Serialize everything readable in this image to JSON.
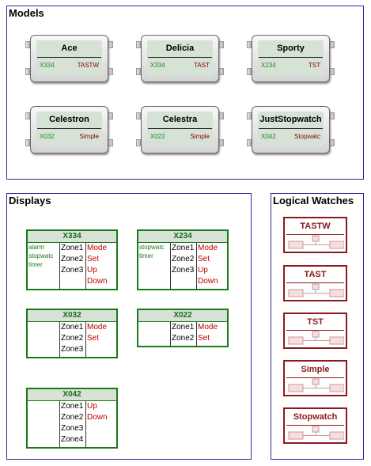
{
  "models_panel": {
    "title": "Models",
    "cards": [
      {
        "name": "Ace",
        "display": "X334",
        "logical_watch": "TASTW"
      },
      {
        "name": "Delicia",
        "display": "X334",
        "logical_watch": "TAST"
      },
      {
        "name": "Sporty",
        "display": "X234",
        "logical_watch": "TST"
      },
      {
        "name": "Celestron",
        "display": "X032",
        "logical_watch": "Simple"
      },
      {
        "name": "Celestra",
        "display": "X022",
        "logical_watch": "Simple"
      },
      {
        "name": "JustStopwatch",
        "display": "X042",
        "logical_watch": "Stopwatc"
      }
    ]
  },
  "displays_panel": {
    "title": "Displays",
    "tables": [
      {
        "name": "X334",
        "features": [
          "alarm",
          "stopwatc",
          "timer"
        ],
        "zones": [
          "Zone1",
          "Zone2",
          "Zone3"
        ],
        "buttons": [
          "Mode",
          "Set",
          "Up",
          "Down"
        ]
      },
      {
        "name": "X234",
        "features": [
          "stopwatc",
          "timer"
        ],
        "zones": [
          "Zone1",
          "Zone2",
          "Zone3"
        ],
        "buttons": [
          "Mode",
          "Set",
          "Up",
          "Down"
        ]
      },
      {
        "name": "X032",
        "features": [],
        "zones": [
          "Zone1",
          "Zone2",
          "Zone3"
        ],
        "buttons": [
          "Mode",
          "Set"
        ]
      },
      {
        "name": "X022",
        "features": [],
        "zones": [
          "Zone1",
          "Zone2"
        ],
        "buttons": [
          "Mode",
          "Set"
        ]
      },
      {
        "name": "X042",
        "features": [],
        "zones": [
          "Zone1",
          "Zone2",
          "Zone3",
          "Zone4"
        ],
        "buttons": [
          "Up",
          "Down"
        ]
      }
    ]
  },
  "logical_watches_panel": {
    "title": "Logical Watches",
    "watches": [
      "TASTW",
      "TAST",
      "TST",
      "Simple",
      "Stopwatch"
    ]
  },
  "colors": {
    "panel_border": "#2a2a9a",
    "display_green": "#1a7a1a",
    "button_red": "#c00000",
    "watch_maroon": "#8b1a1a",
    "card_inner": "#d6e2d6"
  }
}
